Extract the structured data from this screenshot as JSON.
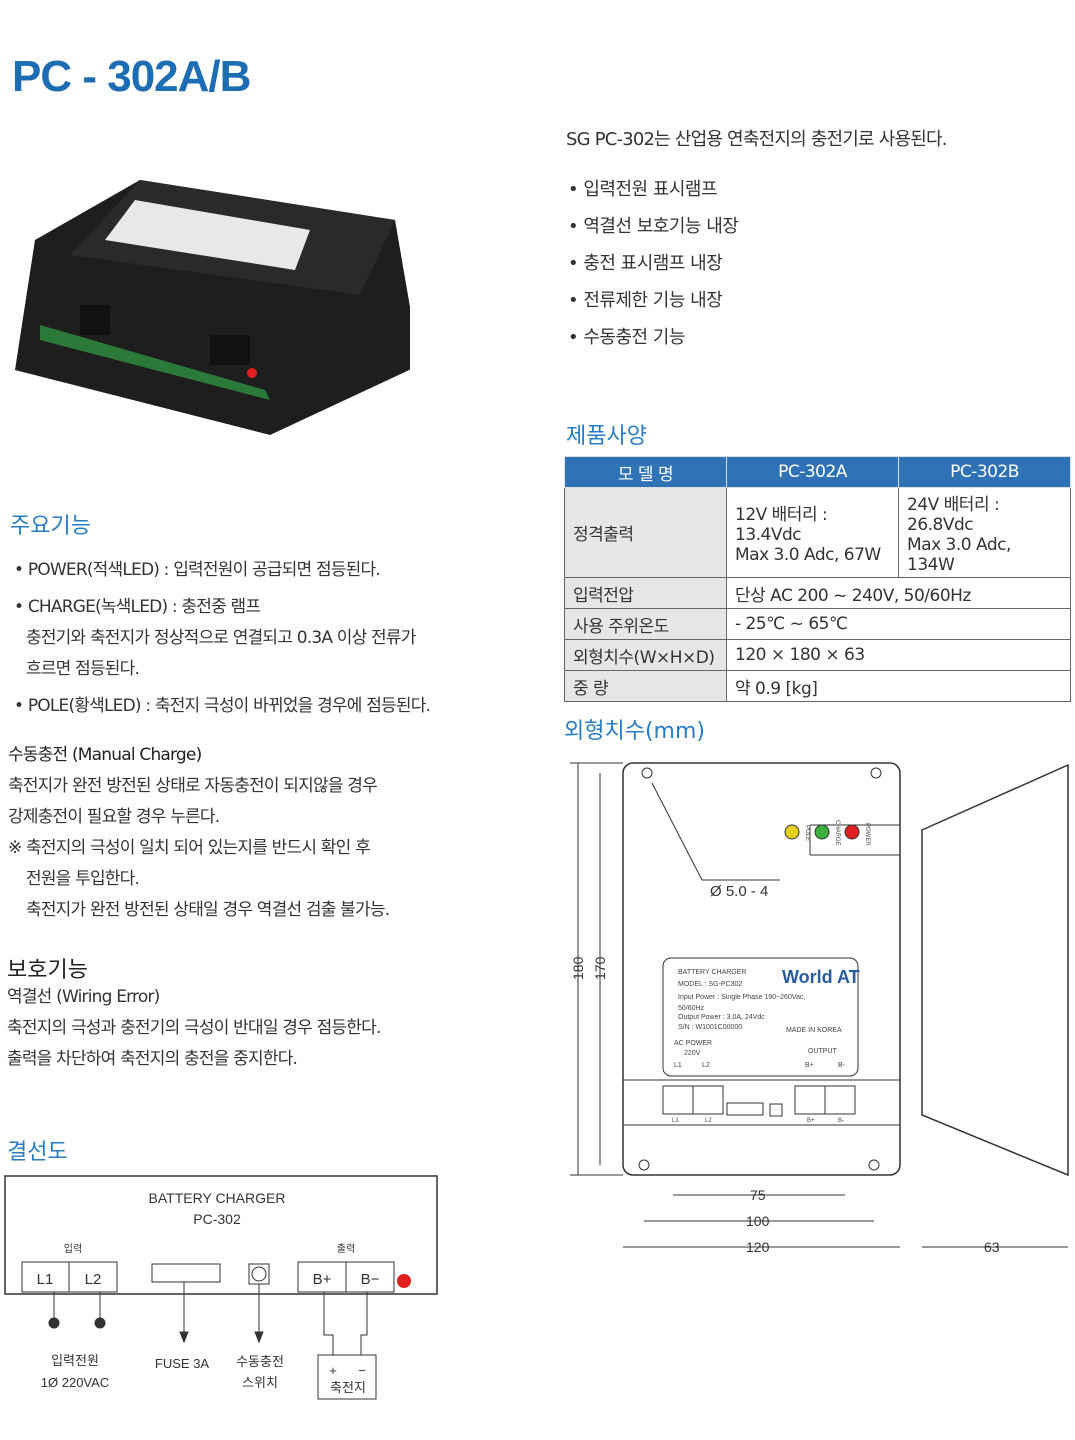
{
  "title": "PC - 302A/B",
  "intro": "SG PC-302는 산업용 연축전지의 충전기로 사용된다.",
  "features": [
    "• 입력전원 표시램프",
    "• 역결선 보호기능 내장",
    "• 충전 표시램프 내장",
    "• 전류제한 기능 내장",
    "• 수동충전 기능"
  ],
  "spec": {
    "heading": "제품사양",
    "header": [
      "모 델 명",
      "PC-302A",
      "PC-302B"
    ],
    "rated_output_label": "정격출력",
    "rated_output_a": [
      "12V 배터리 : 13.4Vdc",
      "Max 3.0 Adc, 67W"
    ],
    "rated_output_b": [
      "24V 배터리 : 26.8Vdc",
      "Max 3.0 Adc, 134W"
    ],
    "rows": [
      {
        "label": "입력전압",
        "value": "단상 AC 200 ~ 240V, 50/60Hz"
      },
      {
        "label": "사용 주위온도",
        "value": "- 25℃ ~ 65℃"
      },
      {
        "label": "외형치수(W×H×D)",
        "value": "120 × 180 × 63"
      },
      {
        "label": "중 량",
        "value": "약 0.9 [kg]"
      }
    ]
  },
  "dimensions": {
    "heading": "외형치수(mm)",
    "hole": "Ø 5.0 - 4",
    "h180": "180",
    "h170": "170",
    "w75": "75",
    "w100": "100",
    "w120": "120",
    "d63": "63",
    "leds": [
      "POLE",
      "CHARGE",
      "POWER"
    ],
    "label": {
      "line1": "BATTERY CHARGER",
      "line2": "MODEL : SG-PC302",
      "line3": "Input Power : Single Phase 190~260Vac,",
      "line4": "50/60Hz",
      "line5": "Output Power : 3.0A, 24Vdc",
      "line6": "S/N : W1001C00000",
      "made": "MADE IN KOREA",
      "ac": "AC POWER",
      "v": "220V",
      "out": "OUTPUT",
      "l1": "L1",
      "l2": "L2",
      "bp": "B+",
      "bm": "B-",
      "brand": "World AT"
    },
    "terms": [
      "L1",
      "L2",
      "B+",
      "B-"
    ]
  },
  "main_functions": {
    "heading": "주요기능",
    "items": [
      "• POWER(적색LED) : 입력전원이 공급되면 점등된다.",
      "• CHARGE(녹색LED) : 충전중 램프",
      "충전기와 축전지가 정상적으로 연결되고 0.3A 이상 전류가",
      "흐르면 점등된다.",
      "• POLE(황색LED) : 축전지 극성이 바뀌었을 경우에 점등된다."
    ]
  },
  "manual": {
    "heading": "수동충전 (Manual Charge)",
    "lines": [
      "축전지가 완전 방전된 상태로 자동충전이 되지않을 경우",
      "강제충전이 필요할 경우 누른다.",
      "※ 축전지의 극성이 일치 되어 있는지를 반드시 확인 후",
      "전원을 투입한다.",
      "축전지가 완전 방전된 상태일 경우 역결선 검출 불가능."
    ]
  },
  "protection": {
    "heading": "보호기능",
    "sub": "역결선 (Wiring Error)",
    "lines": [
      "축전지의 극성과 충전기의 극성이 반대일 경우 점등한다.",
      "출력을 차단하여 축전지의 충전을 중지한다."
    ]
  },
  "wiring": {
    "heading": "결선도",
    "title1": "BATTERY CHARGER",
    "title2": "PC-302",
    "input": "입력",
    "output": "출력",
    "l1": "L1",
    "l2": "L2",
    "bp": "B+",
    "bm": "B−",
    "src1": "입력전원",
    "src2": "1Ø 220VAC",
    "fuse": "FUSE  3A",
    "sw1": "수동충전",
    "sw2": "스위치",
    "plus": "+",
    "minus": "−",
    "battery": "축전지"
  },
  "colors": {
    "accent": "#2a7cc0",
    "table_header": "#2f72b5",
    "led_red": "#e02020",
    "led_green": "#3bb040",
    "led_yellow": "#e8d020"
  }
}
